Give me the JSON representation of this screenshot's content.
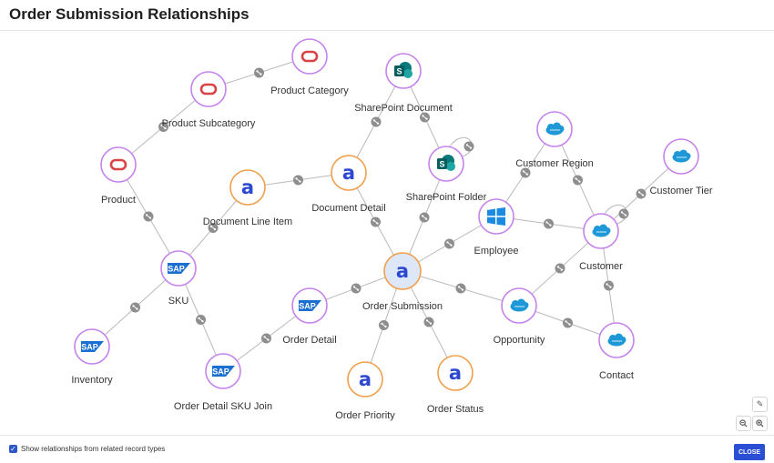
{
  "title": "Order Submission Relationships",
  "footer": {
    "checkbox_checked": true,
    "checkbox_label": "Show relationships from related record types",
    "close_label": "CLOSE"
  },
  "tools": {
    "pen_icon": "pencil-icon",
    "zoom_out_icon": "zoom-out-icon",
    "zoom_in_icon": "zoom-in-icon"
  },
  "colors": {
    "oracle": "#d94446",
    "appian": "#2c48d1",
    "salesforce": "#1f98d8",
    "sap": "#1a6fd0",
    "ring_external": "#c583ec",
    "ring_appian": "#f0a04b",
    "center_fill": "#dde7f7",
    "edge": "#b9b9b9",
    "connector": "#8e8e8e"
  },
  "diagram": {
    "nodes": [
      {
        "id": "product_category",
        "label": "Product Category",
        "kind": "oracle"
      },
      {
        "id": "product_subcategory",
        "label": "Product Subcategory",
        "kind": "oracle"
      },
      {
        "id": "product",
        "label": "Product",
        "kind": "oracle"
      },
      {
        "id": "sharepoint_document",
        "label": "SharePoint Document",
        "kind": "sharepoint"
      },
      {
        "id": "sharepoint_folder",
        "label": "SharePoint Folder",
        "kind": "sharepoint"
      },
      {
        "id": "document_detail",
        "label": "Document Detail",
        "kind": "appian"
      },
      {
        "id": "document_line_item",
        "label": "Document Line Item",
        "kind": "appian"
      },
      {
        "id": "customer_region",
        "label": "Customer Region",
        "kind": "salesforce"
      },
      {
        "id": "customer_tier",
        "label": "Customer Tier",
        "kind": "salesforce"
      },
      {
        "id": "employee",
        "label": "Employee",
        "kind": "windows"
      },
      {
        "id": "customer",
        "label": "Customer",
        "kind": "salesforce"
      },
      {
        "id": "sku",
        "label": "SKU",
        "kind": "sap"
      },
      {
        "id": "order_submission",
        "label": "Order Submission",
        "kind": "appian_center"
      },
      {
        "id": "order_detail",
        "label": "Order Detail",
        "kind": "sap"
      },
      {
        "id": "opportunity",
        "label": "Opportunity",
        "kind": "salesforce"
      },
      {
        "id": "inventory",
        "label": "Inventory",
        "kind": "sap"
      },
      {
        "id": "order_detail_sku_join",
        "label": "Order Detail SKU Join",
        "kind": "sap"
      },
      {
        "id": "order_priority",
        "label": "Order Priority",
        "kind": "appian"
      },
      {
        "id": "order_status",
        "label": "Order Status",
        "kind": "appian"
      },
      {
        "id": "contact",
        "label": "Contact",
        "kind": "salesforce"
      }
    ],
    "edges": [
      [
        "product_subcategory",
        "product_category"
      ],
      [
        "product",
        "product_subcategory"
      ],
      [
        "sku",
        "product"
      ],
      [
        "sku",
        "document_line_item"
      ],
      [
        "sku",
        "inventory"
      ],
      [
        "sku",
        "order_detail_sku_join"
      ],
      [
        "order_detail_sku_join",
        "order_detail"
      ],
      [
        "order_detail",
        "order_submission"
      ],
      [
        "document_detail",
        "document_line_item"
      ],
      [
        "document_detail",
        "sharepoint_document"
      ],
      [
        "sharepoint_folder",
        "sharepoint_document"
      ],
      [
        "order_submission",
        "document_detail"
      ],
      [
        "order_submission",
        "sharepoint_folder"
      ],
      [
        "order_submission",
        "employee"
      ],
      [
        "order_submission",
        "opportunity"
      ],
      [
        "order_submission",
        "order_priority"
      ],
      [
        "order_submission",
        "order_status"
      ],
      [
        "employee",
        "customer_region"
      ],
      [
        "employee",
        "customer"
      ],
      [
        "customer_region",
        "customer"
      ],
      [
        "customer",
        "customer_tier"
      ],
      [
        "customer",
        "opportunity"
      ],
      [
        "customer",
        "contact"
      ],
      [
        "opportunity",
        "contact"
      ]
    ],
    "self_loops": [
      "sharepoint_folder",
      "customer"
    ]
  }
}
